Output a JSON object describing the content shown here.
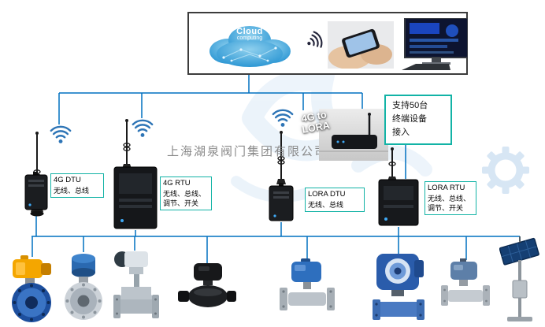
{
  "company": {
    "watermark": "上海湖泉阀门集团有限公司"
  },
  "cloud": {
    "title": "Cloud",
    "subtitle": "computing"
  },
  "gateway": {
    "line1": "4G to",
    "line2": "LORA"
  },
  "support_note": {
    "line1": "支持50台",
    "line2": "终端设备",
    "line3": "接入"
  },
  "devices": {
    "dtu4g": {
      "title": "4G DTU",
      "desc": "无线、总线"
    },
    "rtu4g": {
      "title": "4G RTU",
      "desc": "无线、总线、调节、开关"
    },
    "loradtu": {
      "title": "LORA DTU",
      "desc": "无线、总线"
    },
    "lorartu": {
      "title": "LORA RTU",
      "desc": "无线、总线、调节、开关"
    }
  },
  "colors": {
    "connection_line": "#0070c0",
    "label_border": "#12b3a6",
    "wifi_icon": "#2e75b6",
    "cloud_blue": "#1f8fd0",
    "actuator_yellow": "#f4a600",
    "actuator_blue": "#2e6fbe"
  }
}
